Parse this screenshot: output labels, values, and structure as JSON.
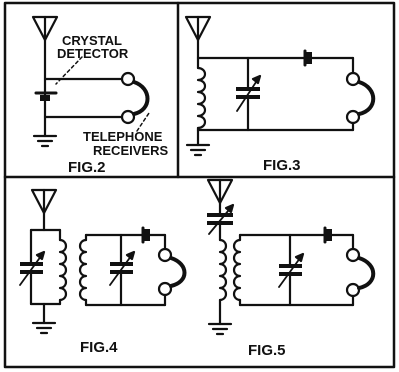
{
  "colors": {
    "ink": "#111111",
    "paper": "#ffffff"
  },
  "labels": {
    "crystal": "CRYSTAL",
    "detector": "DETECTOR",
    "telephone": "TELEPHONE",
    "receivers": "RECEIVERS"
  },
  "figures": {
    "fig2": "FIG.2",
    "fig3": "FIG.3",
    "fig4": "FIG.4",
    "fig5": "FIG.5"
  }
}
